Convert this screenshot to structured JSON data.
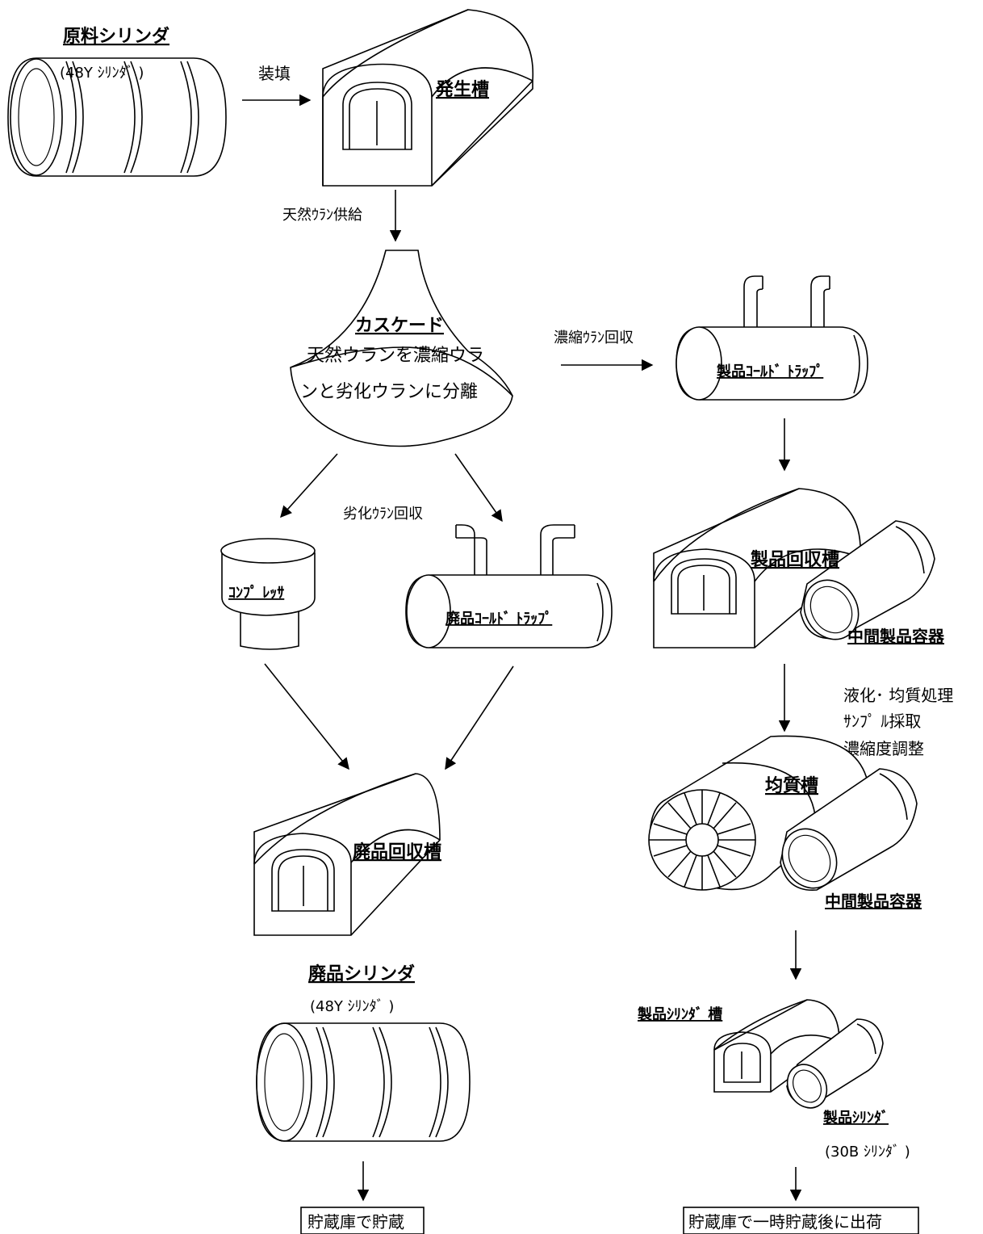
{
  "labels": {
    "raw_cylinder": "原料シリンダ",
    "raw_cylinder_type": "(48Y ｼﾘﾝﾀﾞ )",
    "loading": "装填",
    "generation_tank": "発生槽",
    "natural_supply": "天然ｳﾗﾝ供給",
    "cascade_title": "カスケード",
    "cascade_line1": "天然ウランを濃縮ウラ",
    "cascade_line2": "ンと劣化ウランに分離",
    "enriched_recovery": "濃縮ｳﾗﾝ回収",
    "product_cold_trap": "製品ｺｰﾙﾄﾞ ﾄﾗｯﾌﾟ",
    "depleted_recovery": "劣化ｳﾗﾝ回収",
    "compressor": "ｺﾝﾌﾟ ﾚｯｻ",
    "waste_cold_trap": "廃品ｺｰﾙﾄﾞ ﾄﾗｯﾌﾟ",
    "product_recovery_tank": "製品回収槽",
    "intermediate_container_1": "中間製品容器",
    "homog_process_1": "液化･ 均質処理",
    "homog_process_2": "ｻﾝﾌﾟ ﾙ採取",
    "homog_process_3": "濃縮度調整",
    "homogenization_tank": "均質槽",
    "intermediate_container_2": "中間製品容器",
    "waste_recovery_tank": "廃品回収槽",
    "waste_cylinder": "廃品シリンダ",
    "waste_cylinder_type": "(48Y ｼﾘﾝﾀﾞ )",
    "product_cylinder_tank": "製品ｼﾘﾝﾀﾞ 槽",
    "product_cylinder": "製品ｼﾘﾝﾀﾞ",
    "product_cylinder_type": "(30B ｼﾘﾝﾀﾞ )",
    "store_waste": "貯蔵庫で貯蔵",
    "store_product": "貯蔵庫で一時貯蔵後に出荷"
  }
}
